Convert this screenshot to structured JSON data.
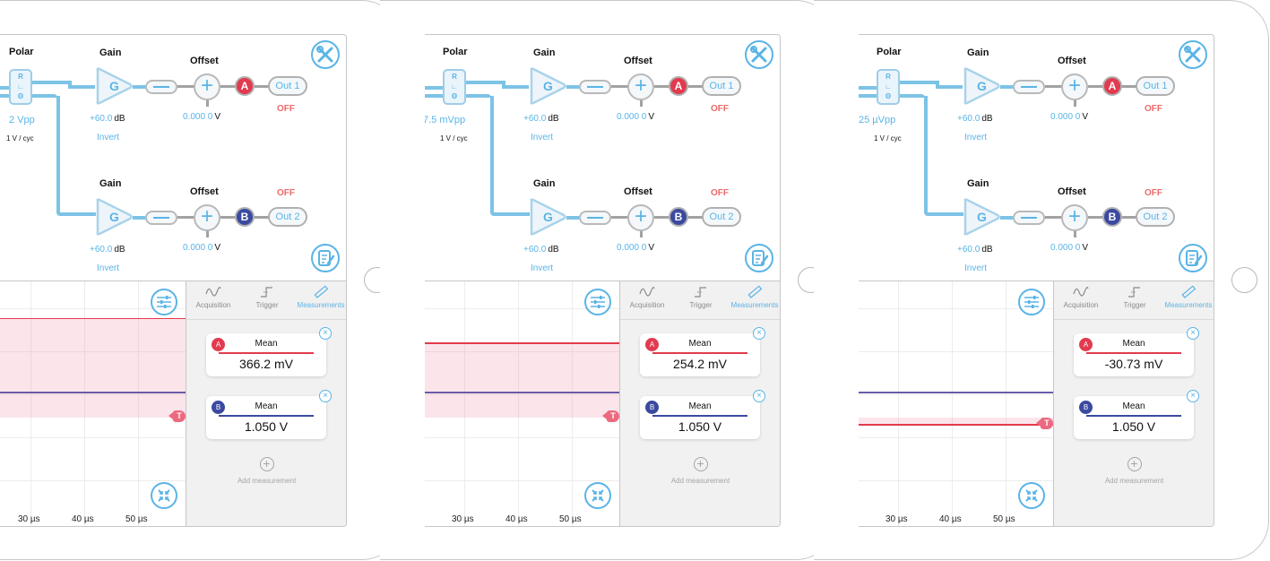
{
  "colors": {
    "accent": "#5ab4e6",
    "channel_a": "#e23a4e",
    "channel_b": "#3b4aa0",
    "off": "#ec6a6a",
    "trigger": "#ec6a80"
  },
  "labels": {
    "polar": "Polar",
    "gain": "Gain",
    "offset": "Offset",
    "invert": "Invert",
    "polar_glyphs": [
      "R",
      "∟",
      "Θ"
    ],
    "gain_glyph": "G",
    "db_unit": "dB",
    "volt_unit": "V",
    "rate": "1 V / cyc",
    "out1": "Out 1",
    "out2": "Out 2",
    "off": "OFF",
    "chan_a": "A",
    "chan_b": "B",
    "trigger_marker": "T",
    "add_measurement": "Add measurement",
    "plus_glyph": "+",
    "close_glyph": "×"
  },
  "tabs": [
    {
      "label": "Acquisition",
      "icon": "sine-wave-icon",
      "active": false
    },
    {
      "label": "Trigger",
      "icon": "trigger-edge-icon",
      "active": false
    },
    {
      "label": "Measurements",
      "icon": "ruler-icon",
      "active": true
    }
  ],
  "time_ticks": [
    "30 µs",
    "40 µs",
    "50 µs"
  ],
  "panels": [
    {
      "polar_range": "2 Vpp",
      "gain1": "+60.0",
      "gain2": "+60.0",
      "offset1": "0.000 0",
      "offset2": "0.000 0",
      "measurements": [
        {
          "channel": "A",
          "type": "Mean",
          "value": "366.2 mV"
        },
        {
          "channel": "B",
          "type": "Mean",
          "value": "1.050 V"
        }
      ],
      "trace_a_level": 0.85,
      "trace_b_level": 0.55,
      "band_low": 0.45,
      "band_high": 0.85
    },
    {
      "polar_range": "7.5 mVpp",
      "gain1": "+60.0",
      "gain2": "+60.0",
      "offset1": "0.000 0",
      "offset2": "0.000 0",
      "measurements": [
        {
          "channel": "A",
          "type": "Mean",
          "value": "254.2 mV"
        },
        {
          "channel": "B",
          "type": "Mean",
          "value": "1.050 V"
        }
      ],
      "trace_a_level": 0.75,
      "trace_b_level": 0.55,
      "band_low": 0.45,
      "band_high": 0.75
    },
    {
      "polar_range": "25 µVpp",
      "gain1": "+60.0",
      "gain2": "+60.0",
      "offset1": "0.000 0",
      "offset2": "0.000 0",
      "measurements": [
        {
          "channel": "A",
          "type": "Mean",
          "value": "-30.73 mV"
        },
        {
          "channel": "B",
          "type": "Mean",
          "value": "1.050 V"
        }
      ],
      "trace_a_level": 0.42,
      "trace_b_level": 0.55,
      "band_low": 0.42,
      "band_high": 0.45
    }
  ]
}
